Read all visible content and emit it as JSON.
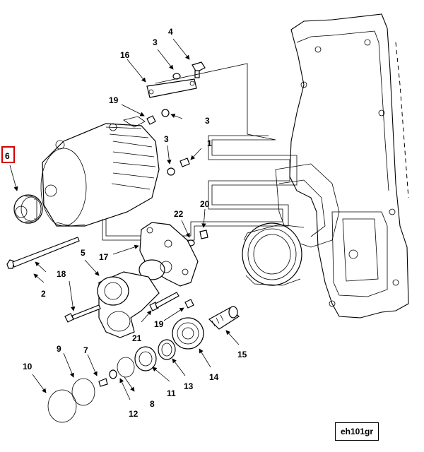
{
  "diagram": {
    "reference_code": "eh101gr",
    "highlighted_callout": "6",
    "callouts": {
      "c1": "1",
      "c2": "2",
      "c3a": "3",
      "c3b": "3",
      "c3c": "3",
      "c4": "4",
      "c5": "5",
      "c6": "6",
      "c7": "7",
      "c8": "8",
      "c9": "9",
      "c10": "10",
      "c11": "11",
      "c12": "12",
      "c13": "13",
      "c14": "14",
      "c15": "15",
      "c16": "16",
      "c17": "17",
      "c18": "18",
      "c19a": "19",
      "c19b": "19",
      "c20": "20",
      "c21": "21",
      "c22": "22"
    }
  }
}
